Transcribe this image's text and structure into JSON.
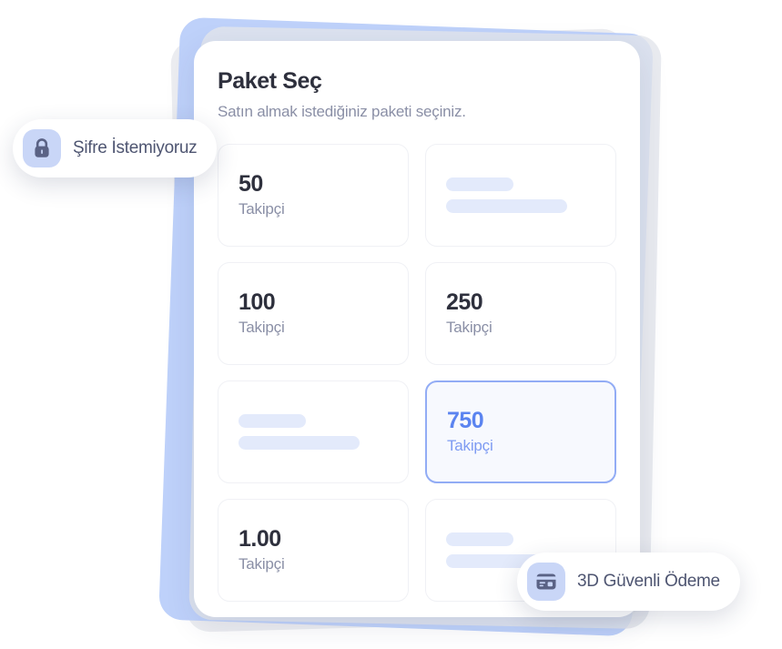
{
  "sheet": {
    "title": "Paket Seç",
    "subtitle": "Satın almak istediğiniz paketi seçiniz."
  },
  "packages": [
    {
      "amount": "50",
      "unit": "Takipçi",
      "state": "normal",
      "selected": false
    },
    {
      "amount": "",
      "unit": "",
      "state": "skeleton",
      "selected": false
    },
    {
      "amount": "100",
      "unit": "Takipçi",
      "state": "normal",
      "selected": false
    },
    {
      "amount": "250",
      "unit": "Takipçi",
      "state": "normal",
      "selected": false
    },
    {
      "amount": "",
      "unit": "",
      "state": "skeleton",
      "selected": false
    },
    {
      "amount": "750",
      "unit": "Takipçi",
      "state": "normal",
      "selected": true
    },
    {
      "amount": "1.00",
      "unit": "Takipçi",
      "state": "normal",
      "selected": false
    },
    {
      "amount": "",
      "unit": "",
      "state": "skeleton",
      "selected": false
    }
  ],
  "badges": {
    "password": {
      "label": "Şifre İstemiyoruz",
      "icon": "lock-icon"
    },
    "payment": {
      "label": "3D Güvenli Ödeme",
      "icon": "credit-card-icon"
    }
  },
  "colors": {
    "accent_blue": "#5B84F0",
    "selected_border": "#92ACF5",
    "selected_bg": "#F7F9FE",
    "skeleton_bar": "#E3EAFB",
    "layer_blue": "#BED1FA",
    "badge_icon_bg": "#C9D6F7",
    "badge_icon_fg": "#5A6285",
    "text_dark": "#2E303D",
    "text_muted": "#8A8FA6",
    "card_border": "#F0F1F5"
  }
}
